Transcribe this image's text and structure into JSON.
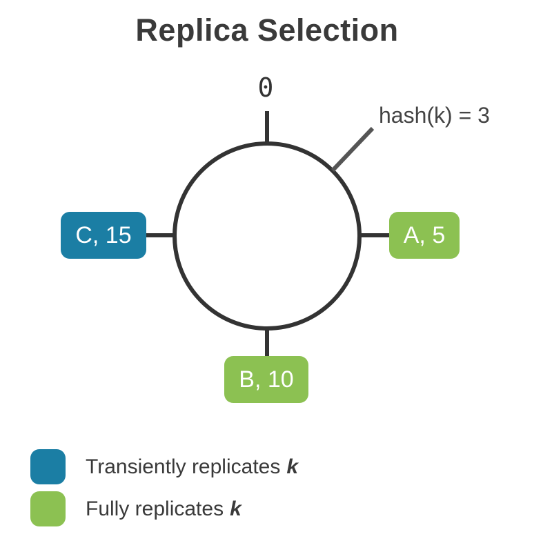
{
  "title": "Replica Selection",
  "ring": {
    "origin_label": "0",
    "hash_annotation": "hash(k) = 3",
    "nodes": [
      {
        "label": "A, 5",
        "role": "full"
      },
      {
        "label": "B, 10",
        "role": "full"
      },
      {
        "label": "C, 15",
        "role": "transient"
      }
    ]
  },
  "legend": [
    {
      "text": "Transiently replicates",
      "symbol": "k",
      "color": "#1b7ea4"
    },
    {
      "text": "Fully replicates",
      "symbol": "k",
      "color": "#8cc152"
    }
  ],
  "colors": {
    "transient": "#1b7ea4",
    "full": "#8cc152",
    "ring_line": "#333333",
    "hash_line": "#555555",
    "node_text": "#ffffff"
  }
}
